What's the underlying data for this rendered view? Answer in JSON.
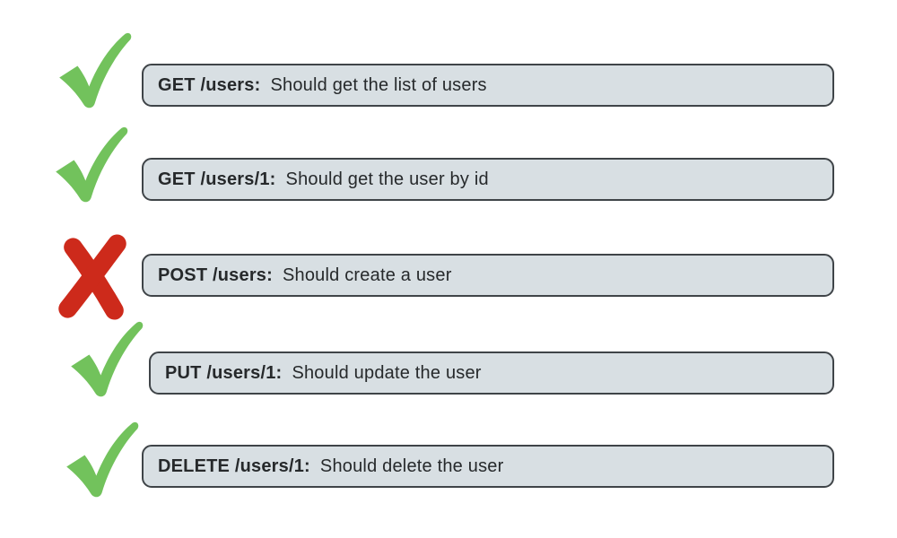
{
  "colors": {
    "check_green": "#72c25c",
    "x_red": "#cd2a1b",
    "box_fill": "#d8dfe3",
    "box_border": "#3f4448",
    "text": "#26292b",
    "background": "#ffffff"
  },
  "rows": [
    {
      "status": "pass",
      "icon": "check-icon",
      "method": "GET /users:",
      "description": "Should get the list of users"
    },
    {
      "status": "pass",
      "icon": "check-icon",
      "method": "GET /users/1:",
      "description": "Should get the user by id"
    },
    {
      "status": "fail",
      "icon": "x-icon",
      "method": "POST /users:",
      "description": "Should create a user"
    },
    {
      "status": "pass",
      "icon": "check-icon",
      "method": "PUT /users/1:",
      "description": "Should update the user"
    },
    {
      "status": "pass",
      "icon": "check-icon",
      "method": "DELETE /users/1:",
      "description": "Should delete the user"
    }
  ]
}
